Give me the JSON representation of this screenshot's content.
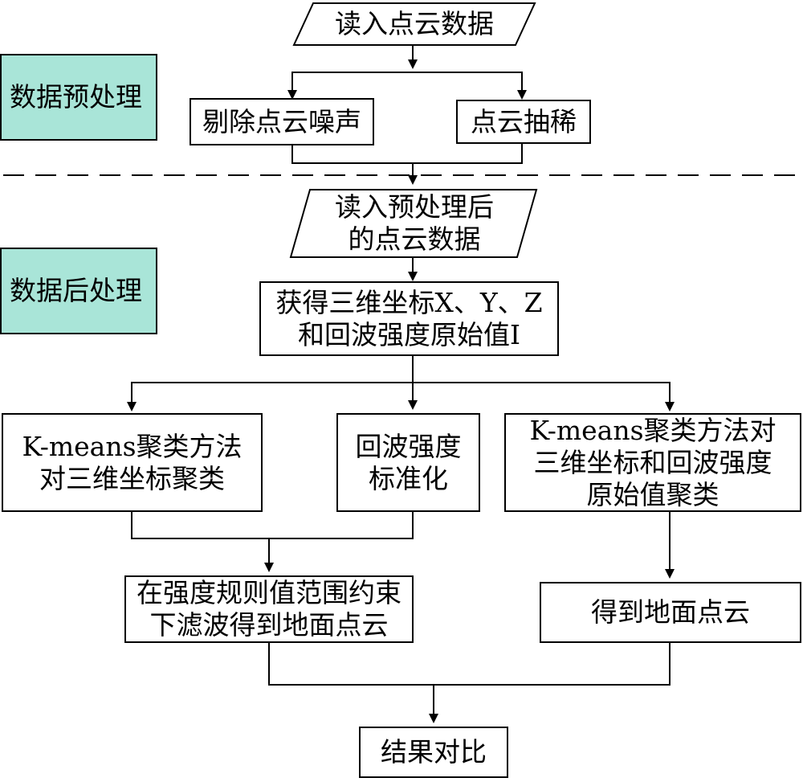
{
  "sections": {
    "preprocess": "数据预处理",
    "postprocess": "数据后处理"
  },
  "nodes": {
    "read_cloud": "读入点云数据",
    "remove_noise": "剔除点云噪声",
    "thin_cloud": "点云抽稀",
    "read_preprocessed": "读入预处理后\n的点云数据",
    "get_coords": "获得三维坐标X、Y、Z\n和回波强度原始值I",
    "kmeans_xyz": "K-means聚类方法\n对三维坐标聚类",
    "normalize_intensity": "回波强度\n标准化",
    "kmeans_xyz_intensity": "K-means聚类方法对\n三维坐标和回波强度\n原始值聚类",
    "filter_ground": "在强度规则值范围约束\n下滤波得到地面点云",
    "get_ground": "得到地面点云",
    "compare": "结果对比"
  }
}
